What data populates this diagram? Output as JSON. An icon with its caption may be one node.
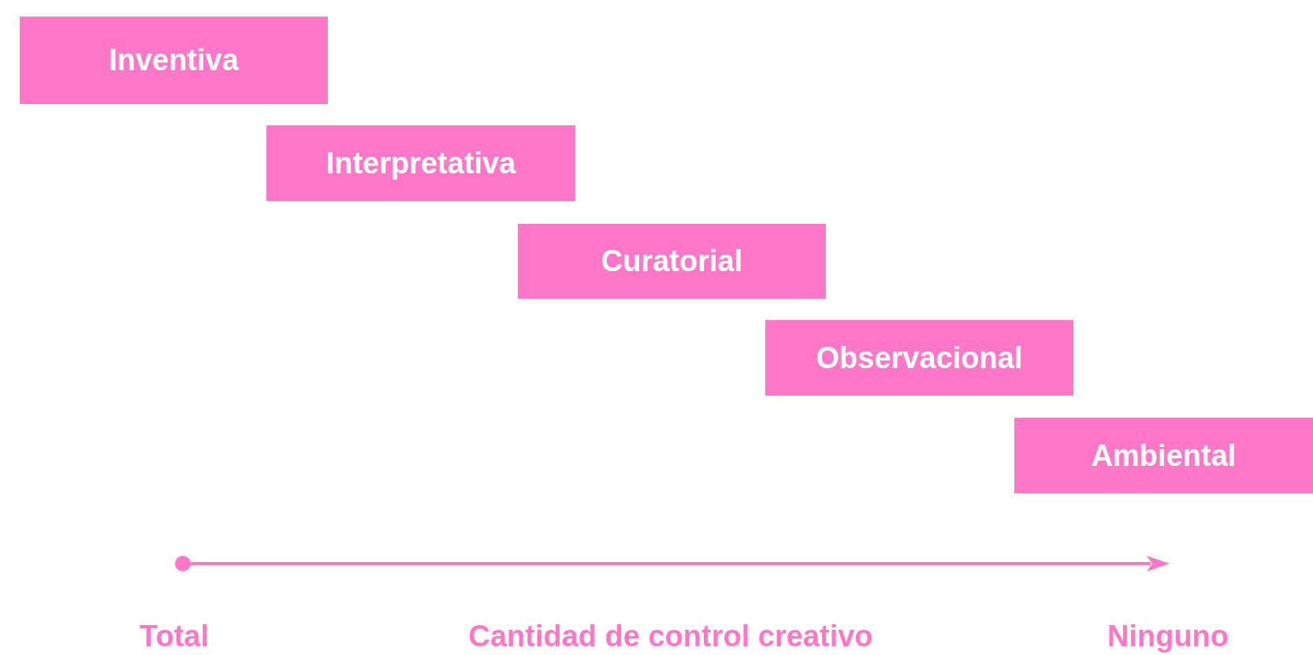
{
  "diagram": {
    "nodes": [
      {
        "text": [
          "Inventiva"
        ]
      },
      {
        "text": [
          "Interpretativa"
        ]
      },
      {
        "text": [
          "Curatorial"
        ]
      },
      {
        "text": [
          "Observacional"
        ]
      },
      {
        "text": [
          "Ambiental"
        ]
      }
    ],
    "labels": [
      "Total",
      "Cantidad de control creativo",
      "Ninguno"
    ]
  }
}
